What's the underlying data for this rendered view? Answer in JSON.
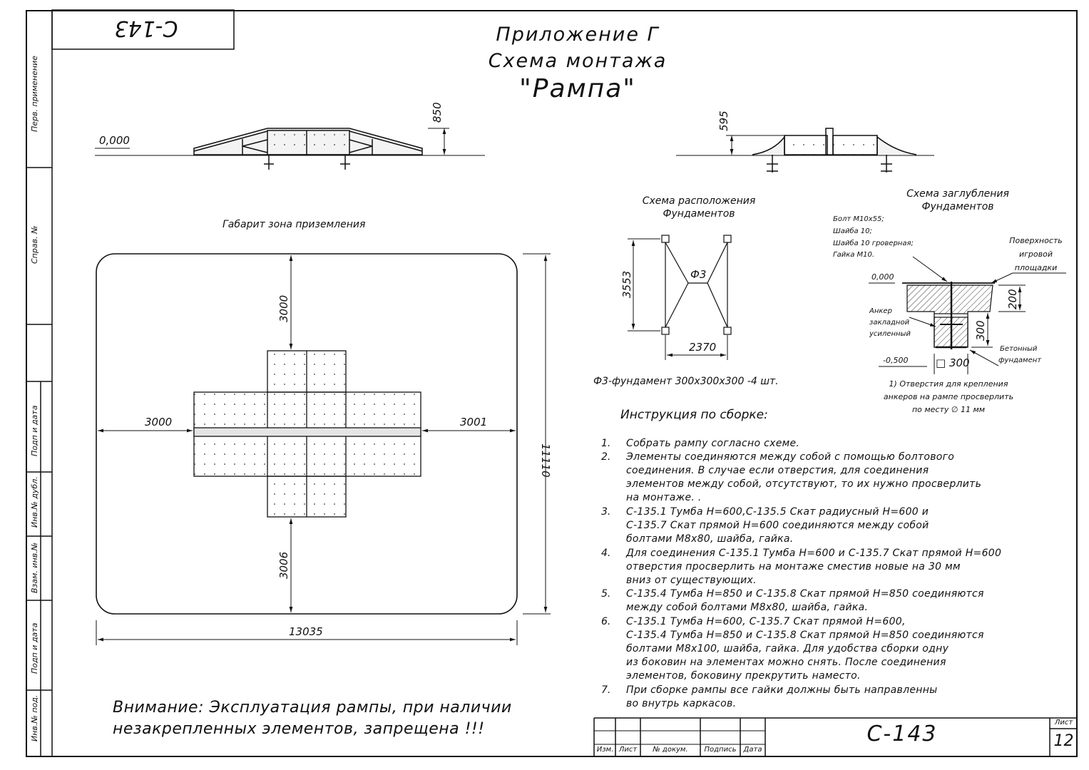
{
  "doc_code_mirrored": "С-143",
  "title": [
    "Приложение Г",
    "Схема монтажа",
    "\"Рампа\""
  ],
  "side_labels": [
    "Перв. применение",
    "Справ. №",
    "Подп и дата",
    "Инв.№ дубл.",
    "Взам. инв.№",
    "Подп и дата",
    "Инв.№ под."
  ],
  "elevation_left": {
    "level": "0,000",
    "height": "850"
  },
  "elevation_right": {
    "height": "595"
  },
  "landing_zone": {
    "caption": "Габарит зона приземления",
    "dim_top": "3000",
    "dim_left": "3000",
    "dim_right": "3001",
    "dim_bottom": "3006",
    "dim_width": "13035",
    "dim_height": "11110"
  },
  "foundation_layout": {
    "title": [
      "Схема расположения",
      "Фундаментов"
    ],
    "label": "Ф3",
    "dim_height": "3553",
    "dim_width": "2370",
    "note": "Ф3-фундамент 300х300х300 -4 шт."
  },
  "foundation_depth": {
    "title": [
      "Схема заглубления",
      "Фундаментов"
    ],
    "fasteners": [
      "Болт М10х55;",
      "Шайба 10;",
      "Шайба 10 гроверная;",
      "Гайка М10."
    ],
    "surface": [
      "Поверхность",
      "игровой",
      "площадки"
    ],
    "level_top": "0,000",
    "level_bottom": "-0,500",
    "anchor": [
      "Анкер",
      "закладной",
      "усиленный"
    ],
    "concrete": [
      "Бетонный",
      "фундамент"
    ],
    "dim_200": "200",
    "dim_300v": "300",
    "dim_300sq": "□ 300",
    "note": [
      "1) Отверстия для крепления",
      "анкеров на рампе просверлить",
      "по месту ∅ 11 мм"
    ]
  },
  "instructions": {
    "heading": "Инструкция по сборке:",
    "steps": [
      {
        "num": "1.",
        "lines": [
          "Собрать рампу согласно схеме."
        ]
      },
      {
        "num": "2.",
        "lines": [
          "Элементы соединяются между собой с помощью болтового",
          "соединения.  В случае если  отверстия, для соединения",
          "элементов между собой, отсутствуют, то их нужно просверлить",
          "на монтаже. ."
        ]
      },
      {
        "num": "3.",
        "lines": [
          "С-135.1 Тумба Н=600,С-135.5 Скат радиусный Н=600 и",
          "С-135.7 Скат прямой Н=600 соединяются между собой",
          "болтами М8х80, шайба, гайка."
        ]
      },
      {
        "num": "4.",
        "lines": [
          "Для соединения С-135.1 Тумба Н=600 и С-135.7 Скат прямой Н=600",
          "отверстия просверлить на монтаже сместив новые на 30 мм",
          "вниз от существующих."
        ]
      },
      {
        "num": "5.",
        "lines": [
          "С-135.4 Тумба Н=850 и С-135.8 Скат прямой Н=850 соединяются",
          "между собой болтами М8х80, шайба, гайка."
        ]
      },
      {
        "num": "6.",
        "lines": [
          "С-135.1 Тумба Н=600, С-135.7 Скат прямой Н=600,",
          "С-135.4 Тумба Н=850 и С-135.8 Скат прямой Н=850 соединяются",
          "болтами М8х100, шайба, гайка. Для удобства сборки одну",
          "из боковин на элементах можно снять. После соединения",
          "элементов, боковину прекрутить наместо."
        ]
      },
      {
        "num": "7.",
        "lines": [
          "При сборке рампы все гайки должны быть направленны",
          "во внутрь каркасов."
        ]
      }
    ]
  },
  "warning": [
    "Внимание: Эксплуатация рампы, при наличии",
    "незакрепленных элементов, запрещена !!!"
  ],
  "title_block": {
    "headers": [
      "Изм.",
      "Лист",
      "№ докум.",
      "Подпись",
      "Дата"
    ],
    "code": "С-143",
    "sheet_label": "Лист",
    "sheet_number": "12"
  }
}
